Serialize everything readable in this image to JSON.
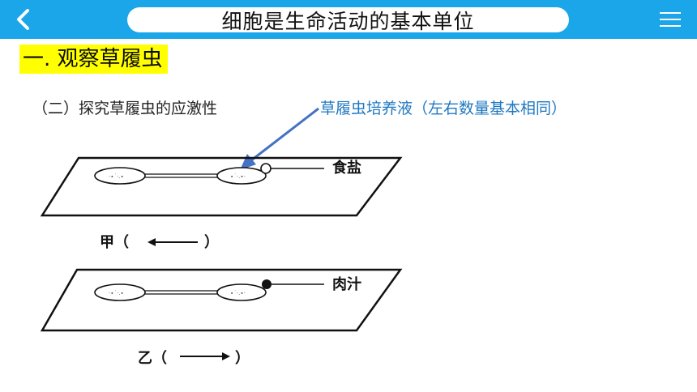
{
  "header": {
    "title": "细胞是生命活动的基本单位",
    "back_icon": "chevron-left-icon",
    "menu_icon": "hamburger-menu-icon",
    "bar_color": "#1aa6e8"
  },
  "section": {
    "heading": "一. 观察草履虫",
    "highlight_color": "#ffff00",
    "subheading": "（二）探究草履虫的应激性",
    "annotation": "草履虫培养液（左右数量基本相同）",
    "annotation_color": "#1f78c1"
  },
  "diagram": {
    "top": {
      "stimulus_label": "食盐",
      "caption_prefix": "甲（",
      "caption_suffix": "）",
      "arrow_direction": "left"
    },
    "bottom": {
      "stimulus_label": "肉汁",
      "caption_prefix": "乙（",
      "caption_suffix": "）",
      "arrow_direction": "right"
    }
  }
}
